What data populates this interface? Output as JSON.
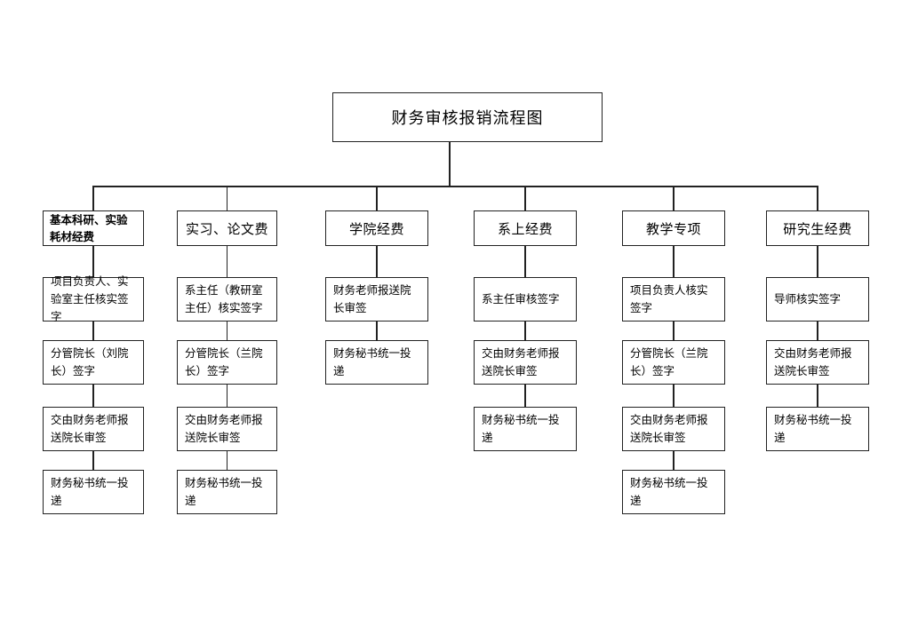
{
  "diagram": {
    "title": "财务审核报销流程图",
    "columns": [
      {
        "header": "基本科研、实验耗材经费",
        "header_bold": true,
        "steps": [
          "项目负责人、实验室主任核实签字",
          "分管院长（刘院长）签字",
          "交由财务老师报送院长审签",
          "财务秘书统一投递"
        ]
      },
      {
        "header": "实习、论文费",
        "header_bold": false,
        "steps": [
          "系主任（教研室主任）核实签字",
          "分管院长（兰院长）签字",
          "交由财务老师报送院长审签",
          "财务秘书统一投递"
        ]
      },
      {
        "header": "学院经费",
        "header_bold": false,
        "steps": [
          "财务老师报送院长审签",
          "财务秘书统一投递"
        ]
      },
      {
        "header": "系上经费",
        "header_bold": false,
        "steps": [
          "系主任审核签字",
          "交由财务老师报送院长审签",
          "财务秘书统一投递"
        ]
      },
      {
        "header": "教学专项",
        "header_bold": false,
        "steps": [
          "项目负责人核实签字",
          "分管院长（兰院长）签字",
          "交由财务老师报送院长审签",
          "财务秘书统一投递"
        ]
      },
      {
        "header": "研究生经费",
        "header_bold": false,
        "steps": [
          "导师核实签字",
          "交由财务老师报送院长审签",
          "财务秘书统一投递"
        ]
      }
    ],
    "colors": {
      "line": "#222222",
      "background": "#ffffff",
      "text": "#000000"
    }
  }
}
